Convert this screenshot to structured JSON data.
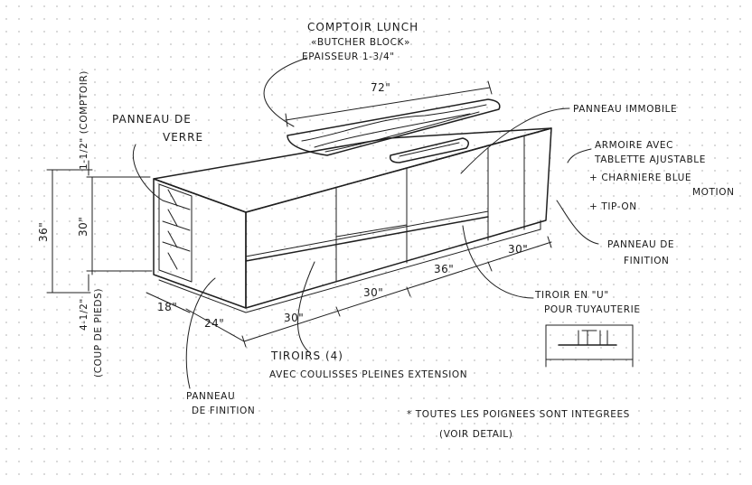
{
  "labels": {
    "countertop_l1": "COMPTOIR LUNCH",
    "countertop_l2": "«BUTCHER BLOCK»",
    "countertop_l3": "EPAISSEUR 1-3/4\"",
    "glass_l1": "PANNEAU DE",
    "glass_l2": "VERRE",
    "fixed_panel": "PANNEAU IMMOBILE",
    "cabinet_l1": "ARMOIRE AVEC",
    "cabinet_l2": "TABLETTE AJUSTABLE",
    "cabinet_l3": "+ CHARNIERE BLUE",
    "cabinet_l4": "MOTION",
    "cabinet_l5": "+ TIP-ON",
    "finish_right_l1": "PANNEAU DE",
    "finish_right_l2": "FINITION",
    "u_drawer_l1": "TIROIR EN \"U\"",
    "u_drawer_l2": "POUR TUYAUTERIE",
    "drawers_l1": "TIROIRS (4)",
    "drawers_l2": "AVEC COULISSES PLEINES EXTENSION",
    "finish_left_l1": "PANNEAU",
    "finish_left_l2": "DE FINITION",
    "note_l1": "* TOUTES LES POIGNEES SONT INTEGREES",
    "note_l2": "(VOIR DETAIL)",
    "countertop_thickness": "1-1/2\" (COMPTOIR)",
    "toe_kick_l1": "4-1/2\"",
    "toe_kick_l2": "(COUP DE PIEDS)"
  },
  "dimensions": {
    "bar_length": "72\"",
    "total_height": "36\"",
    "body_height": "30\"",
    "side_width": "18\"",
    "depth": "24\"",
    "section_1": "30\"",
    "section_2": "30\"",
    "section_3": "36\"",
    "section_4": "30\""
  },
  "colors": {
    "ink": "#1f1f1f",
    "paper": "#ffffff",
    "dots": "#cfcfcf"
  }
}
